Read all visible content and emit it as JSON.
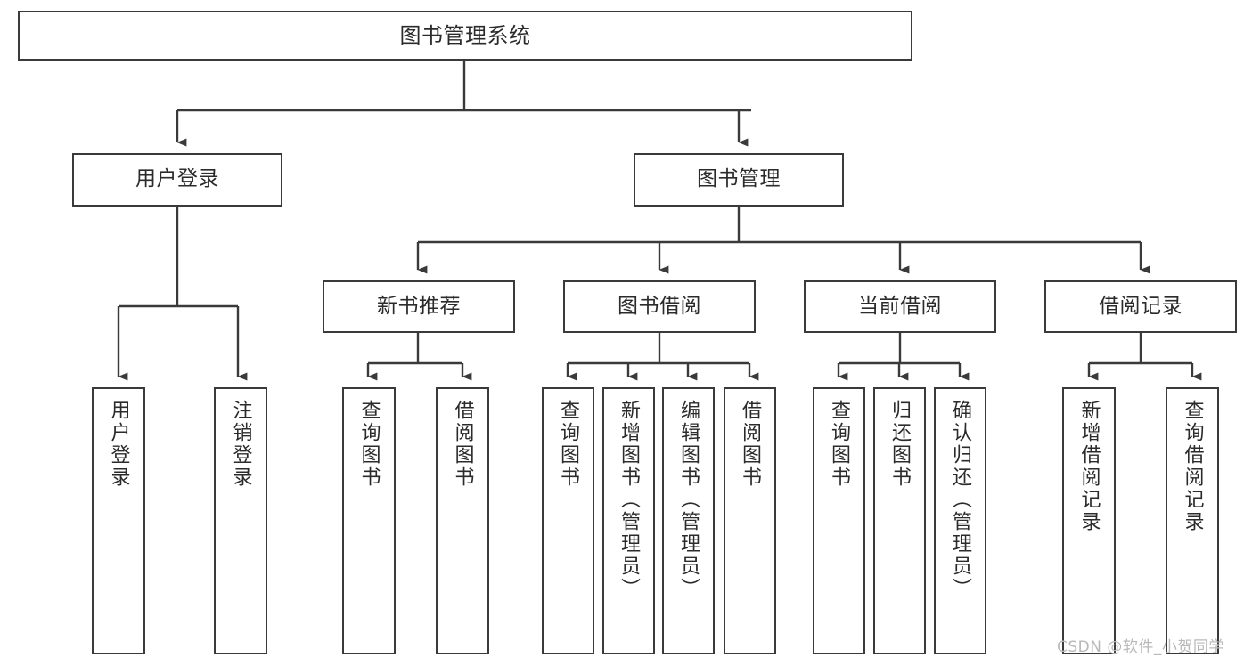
{
  "diagram": {
    "title": "图书管理系统",
    "type": "hierarchy-tree",
    "orientation": "top-down",
    "levels": 4,
    "root": {
      "id": "root",
      "label": "图书管理系统"
    },
    "level2": [
      {
        "id": "user-login",
        "label": "用户登录"
      },
      {
        "id": "book-manage",
        "label": "图书管理"
      }
    ],
    "level3": [
      {
        "id": "new-book-rec",
        "label": "新书推荐"
      },
      {
        "id": "book-borrow",
        "label": "图书借阅"
      },
      {
        "id": "current-borrow",
        "label": "当前借阅"
      },
      {
        "id": "borrow-record",
        "label": "借阅记录"
      }
    ],
    "leaves": {
      "user-login": [
        {
          "id": "leaf-user-login",
          "label": "用户登录"
        },
        {
          "id": "leaf-logout",
          "label": "注销登录"
        }
      ],
      "new-book-rec": [
        {
          "id": "leaf-query-book-1",
          "label": "查询图书"
        },
        {
          "id": "leaf-borrow-book-1",
          "label": "借阅图书"
        }
      ],
      "book-borrow": [
        {
          "id": "leaf-query-book-2",
          "label": "查询图书"
        },
        {
          "id": "leaf-add-book",
          "label": "新增图书（管理员）"
        },
        {
          "id": "leaf-edit-book",
          "label": "编辑图书（管理员）"
        },
        {
          "id": "leaf-borrow-book-2",
          "label": "借阅图书"
        }
      ],
      "current-borrow": [
        {
          "id": "leaf-query-book-3",
          "label": "查询图书"
        },
        {
          "id": "leaf-return-book",
          "label": "归还图书"
        },
        {
          "id": "leaf-confirm-return",
          "label": "确认归还（管理员）"
        }
      ],
      "borrow-record": [
        {
          "id": "leaf-add-record",
          "label": "新增借阅记录"
        },
        {
          "id": "leaf-query-record",
          "label": "查询借阅记录"
        }
      ]
    }
  },
  "watermark": {
    "text": "CSDN @软件_小贺同学"
  },
  "colors": {
    "box_border": "#3a3a3a",
    "box_fill": "#ffffff",
    "text": "#2b2b2b",
    "edge": "#3a3a3a",
    "watermark": "#b9b9b9",
    "background": "#ffffff"
  }
}
